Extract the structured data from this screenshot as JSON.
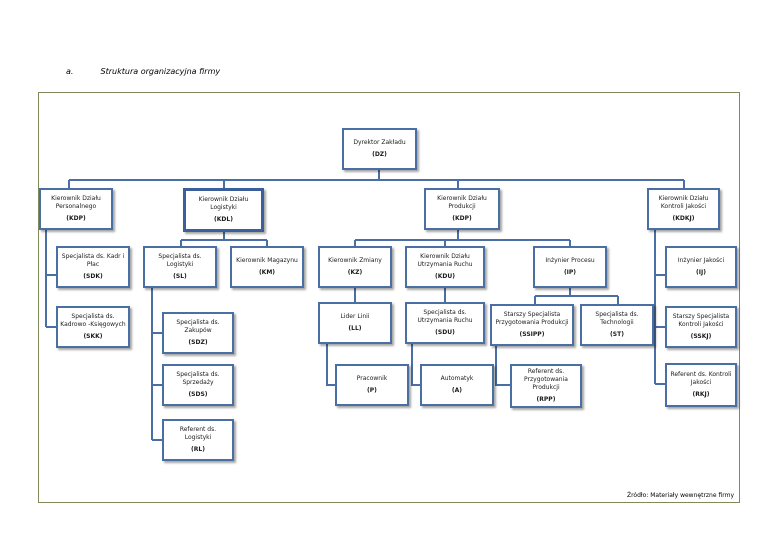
{
  "heading": {
    "number": "a.",
    "title": "Struktura organizacyjna firmy"
  },
  "source": "Źródło: Materiały wewnętrzne firmy",
  "nodes": {
    "dz": {
      "name": "Dyrektor Zakładu",
      "code": "(DZ)"
    },
    "kdp_pers": {
      "name": "Kierownik Działu Personalnego",
      "code": "(KDP)"
    },
    "kdl": {
      "name": "Kierownik Działu Logistyki",
      "code": "(KDL)"
    },
    "kdp_prod": {
      "name": "Kierownik Działu Produkcji",
      "code": "(KDP)"
    },
    "kdkj": {
      "name": "Kierownik Działu Kontroli Jakości",
      "code": "(KDKJ)"
    },
    "sdk": {
      "name": "Specjalista ds. Kadr i Płac",
      "code": "(SDK)"
    },
    "skk": {
      "name": "Specjalista ds. Kadrowo -Księgowych",
      "code": "(SKK)"
    },
    "sl": {
      "name": "Specjalista ds. Logistyki",
      "code": "(SL)"
    },
    "km": {
      "name": "Kierownik Magazynu",
      "code": "(KM)"
    },
    "sdz": {
      "name": "Specjalista ds. Zakupów",
      "code": "(SDZ)"
    },
    "sds": {
      "name": "Specjalista ds. Sprzedaży",
      "code": "(SDS)"
    },
    "rl": {
      "name": "Referent ds. Logistyki",
      "code": "(RL)"
    },
    "kz": {
      "name": "Kierownik Zmiany",
      "code": "(KZ)"
    },
    "kdu": {
      "name": "Kierownik Działu Utrzymania Ruchu",
      "code": "(KDU)"
    },
    "ip": {
      "name": "Inżynier Procesu",
      "code": "(IP)"
    },
    "ll": {
      "name": "Lider Linii",
      "code": "(LL)"
    },
    "sdu": {
      "name": "Specjalista ds. Utrzymania Ruchu",
      "code": "(SDU)"
    },
    "ssipp": {
      "name": "Starszy Specjalista Przygotowania Produkcji",
      "code": "(SSIPP)"
    },
    "st": {
      "name": "Specjalista ds. Technologii",
      "code": "(ST)"
    },
    "p": {
      "name": "Pracownik",
      "code": "(P)"
    },
    "a": {
      "name": "Automatyk",
      "code": "(A)"
    },
    "rpp": {
      "name": "Referent ds. Przygotowania Produkcji",
      "code": "(RPP)"
    },
    "ij": {
      "name": "Inżynier Jakości",
      "code": "(IJ)"
    },
    "sskj": {
      "name": "Starszy Specjalista Kontroli Jakości",
      "code": "(SSKJ)"
    },
    "rkj": {
      "name": "Referent ds. Kontroli Jakości",
      "code": "(RKJ)"
    }
  }
}
